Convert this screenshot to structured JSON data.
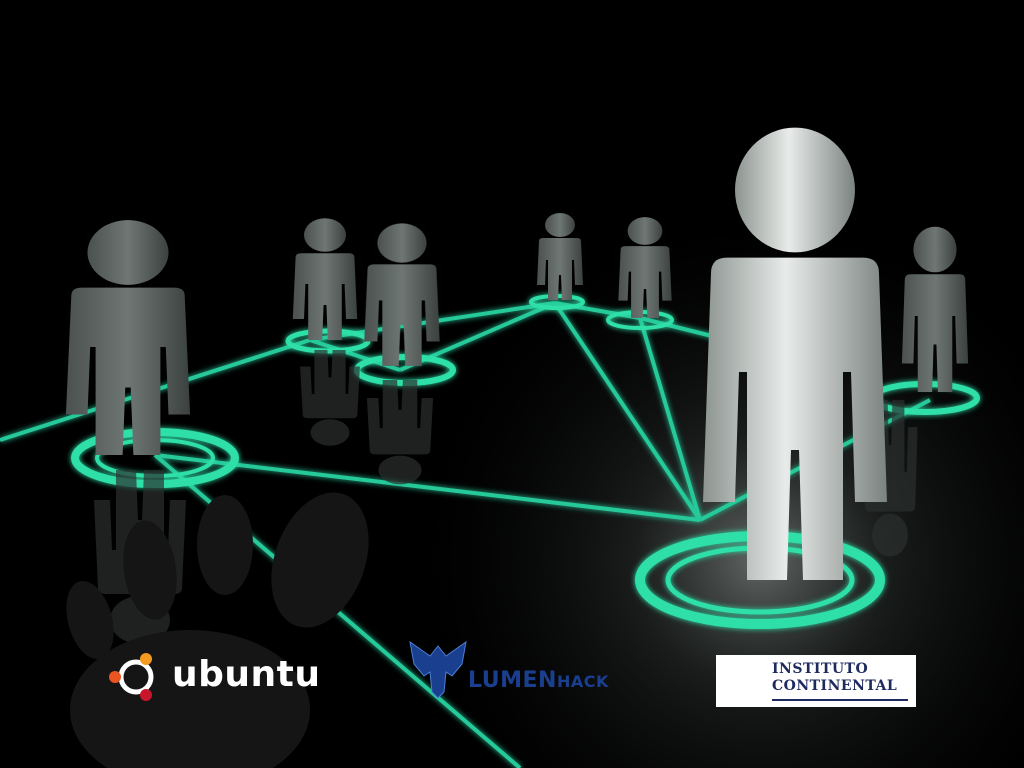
{
  "logos": {
    "ubuntu": "ubuntu",
    "lumenhack_main": "LUMEN",
    "lumenhack_sub": "HACK",
    "instituto_line1": "INSTITUTO",
    "instituto_line2": "CONTINENTAL"
  },
  "colors": {
    "background": "#000000",
    "network_line": "#27c99a",
    "figure": "#5d6562",
    "ubuntu_orange": "#e95420",
    "lumenhack_blue": "#1b3f8f",
    "instituto_navy": "#1c2a5e",
    "instituto_red": "#d6262b"
  }
}
